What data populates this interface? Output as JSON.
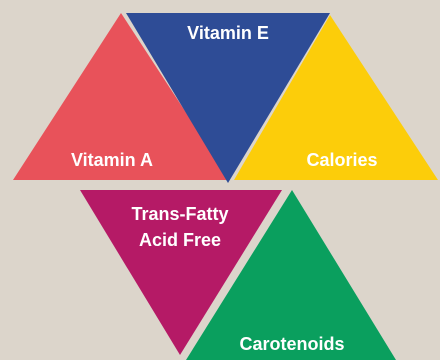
{
  "background_color": "#dcd5cb",
  "triangles": [
    {
      "id": "vitamin-a",
      "label": "Vitamin A",
      "color": "#e8525a"
    },
    {
      "id": "vitamin-e",
      "label": "Vitamin E",
      "color": "#2e4c96"
    },
    {
      "id": "calories",
      "label": "Calories",
      "color": "#fccd0a"
    },
    {
      "id": "trans-fatty-acid-free",
      "label_line1": "Trans-Fatty",
      "label_line2": "Acid Free",
      "color": "#b51a66"
    },
    {
      "id": "carotenoids",
      "label": "Carotenoids",
      "color": "#0a9f5e"
    }
  ]
}
